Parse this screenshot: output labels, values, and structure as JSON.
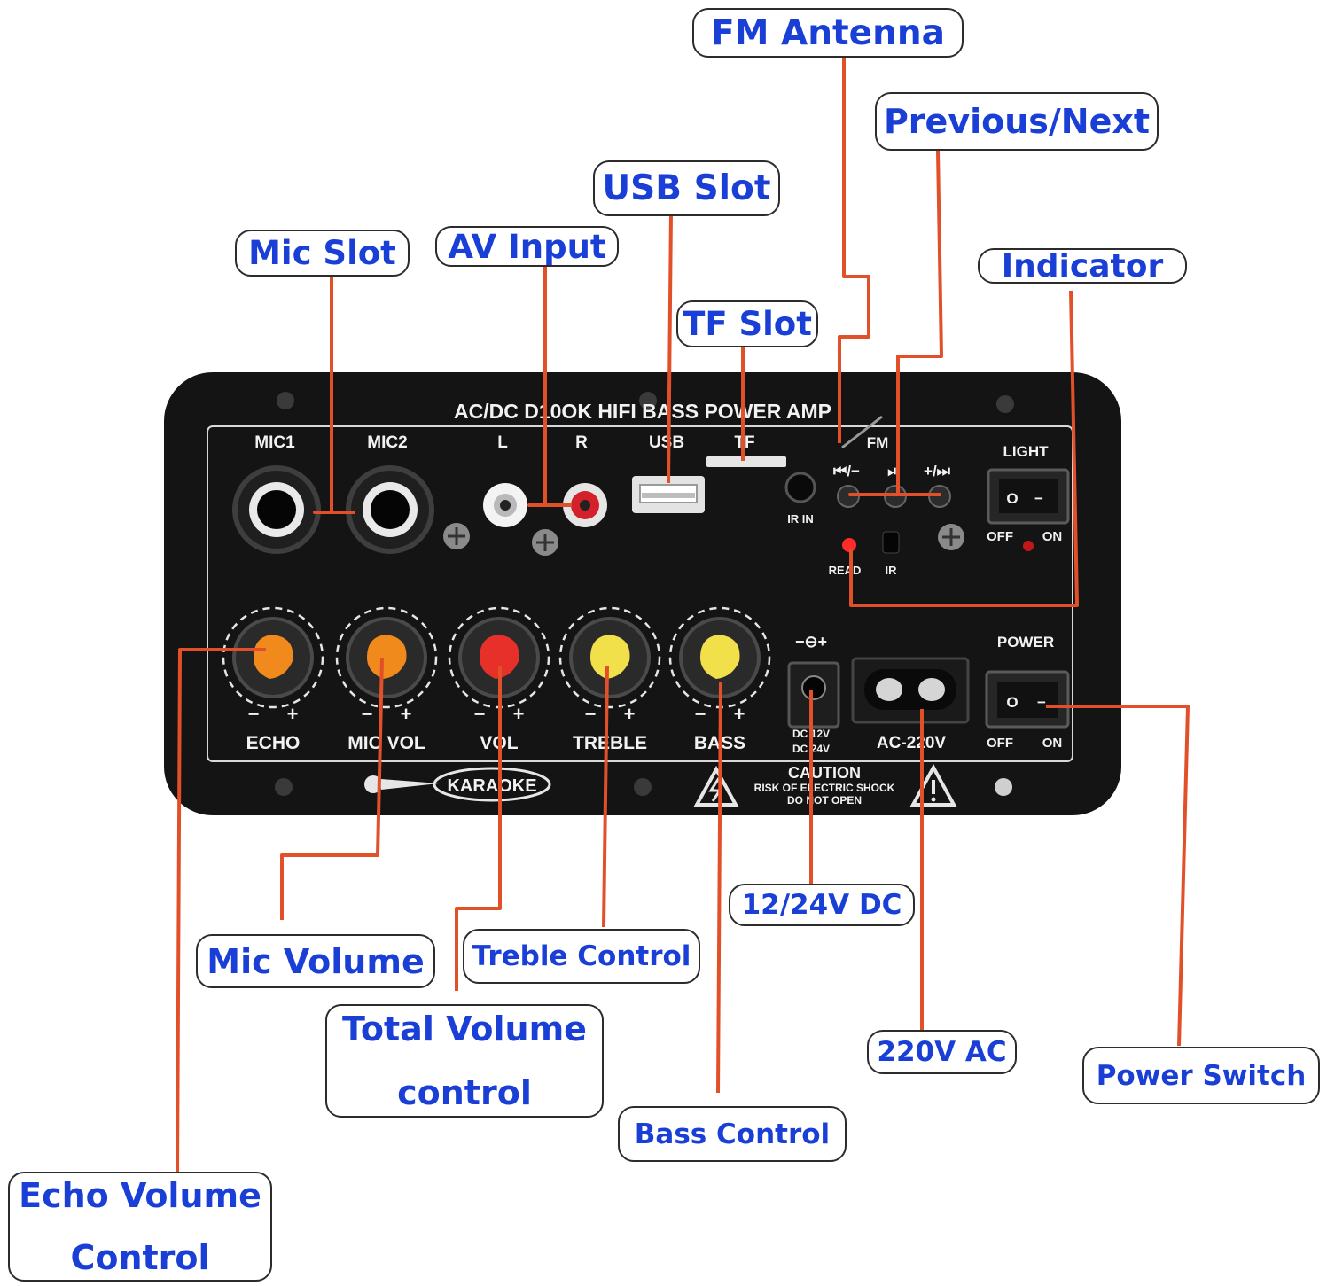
{
  "colors": {
    "callout_text": "#1a3fd6",
    "leader_line": "#e2502a",
    "panel": "#141414",
    "knob_orange": "#f08a1c",
    "knob_red": "#e8302a",
    "knob_yellow": "#f1e04a"
  },
  "callouts": {
    "fm_antenna": "FM Antenna",
    "previous_next": "Previous/Next",
    "usb_slot": "USB Slot",
    "mic_slot": "Mic Slot",
    "av_input": "AV Input",
    "indicator": "Indicator",
    "tf_slot": "TF Slot",
    "dc_input": "12/24V DC",
    "mic_volume": "Mic Volume",
    "treble_control": "Treble Control",
    "total_volume_line1": "Total Volume",
    "total_volume_line2": "control",
    "ac_input": "220V AC",
    "power_switch": "Power Switch",
    "bass_control": "Bass Control",
    "echo_volume_line1": "Echo Volume",
    "echo_volume_line2": "Control"
  },
  "panel": {
    "title": "AC/DC  D10OK  HIFI  BASS  POWER  AMP",
    "mic1": "MIC1",
    "mic2": "MIC2",
    "l": "L",
    "r": "R",
    "usb": "USB",
    "tf": "TF",
    "fm": "FM",
    "prev": "⏮/−",
    "play": "⏯",
    "next": "+/⏭",
    "ir_in": "IR IN",
    "read": "READ",
    "ir": "IR",
    "light": "LIGHT",
    "off": "OFF",
    "on": "ON",
    "power": "POWER",
    "dc_symbol": "−⊖+",
    "dc_label_1": "DC 12V",
    "dc_label_2": "DC 24V",
    "ac_label": "AC-220V",
    "minus": "−",
    "plus": "+",
    "knob_labels": [
      "ECHO",
      "MIC VOL",
      "VOL",
      "TREBLE",
      "BASS"
    ],
    "karaoke": "KARAOKE",
    "caution_title": "CAUTION",
    "caution_line1": "RISK OF ELECTRIC SHOCK",
    "caution_line2": "DO NOT OPEN",
    "switch_o": "O",
    "switch_i": "−"
  }
}
